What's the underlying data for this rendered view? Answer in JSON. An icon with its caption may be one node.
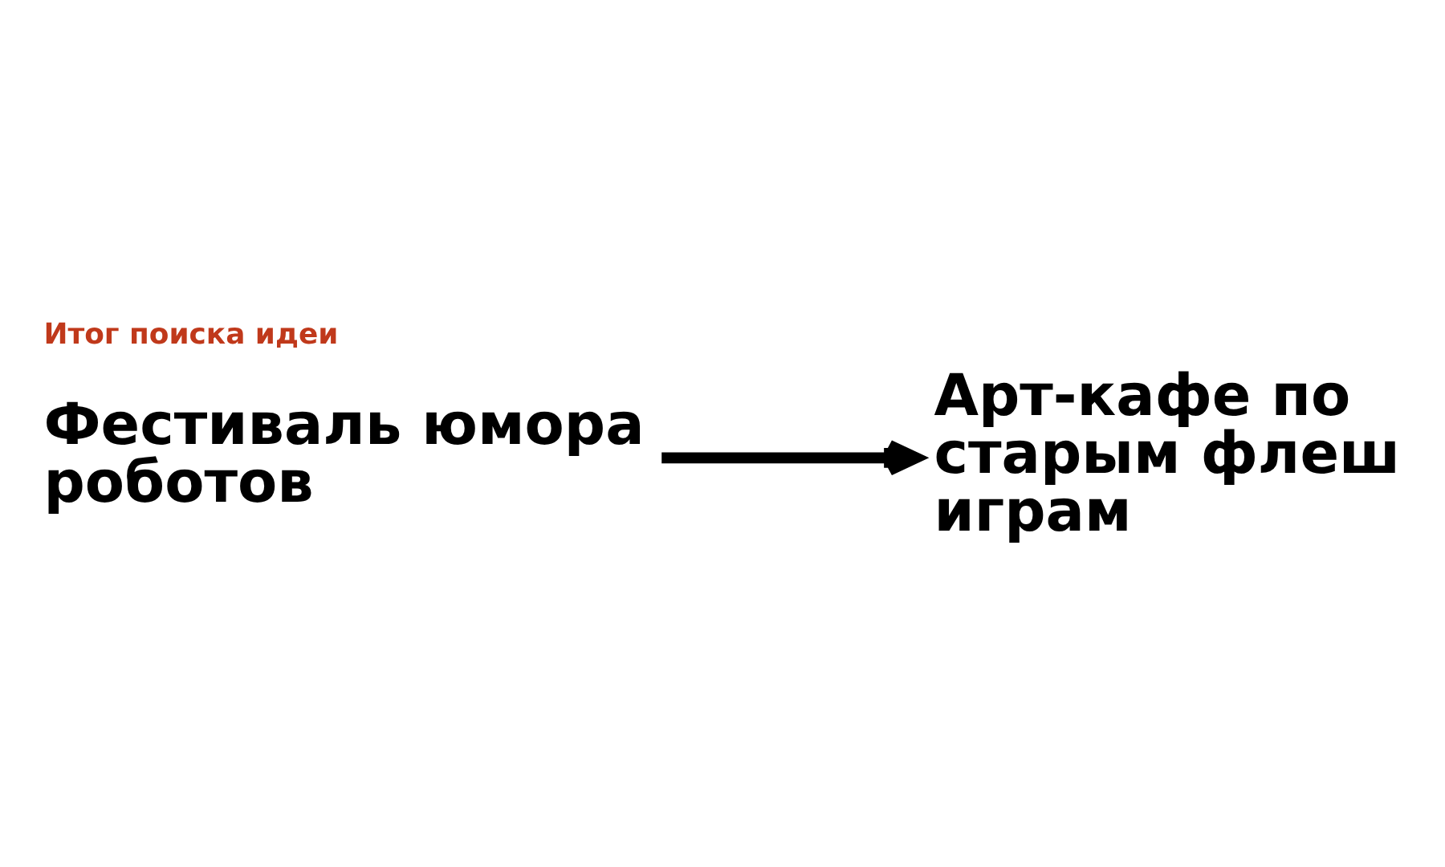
{
  "diagram": {
    "title": "Итог поиска идеи",
    "nodes": [
      {
        "text": [
          "Фестиваль юмора роботов"
        ]
      },
      {
        "text": [
          "Арт-кафе по старым флеш играм"
        ]
      }
    ],
    "edges": [
      {
        "from": 0,
        "to": 1,
        "arrow": "to"
      }
    ]
  }
}
